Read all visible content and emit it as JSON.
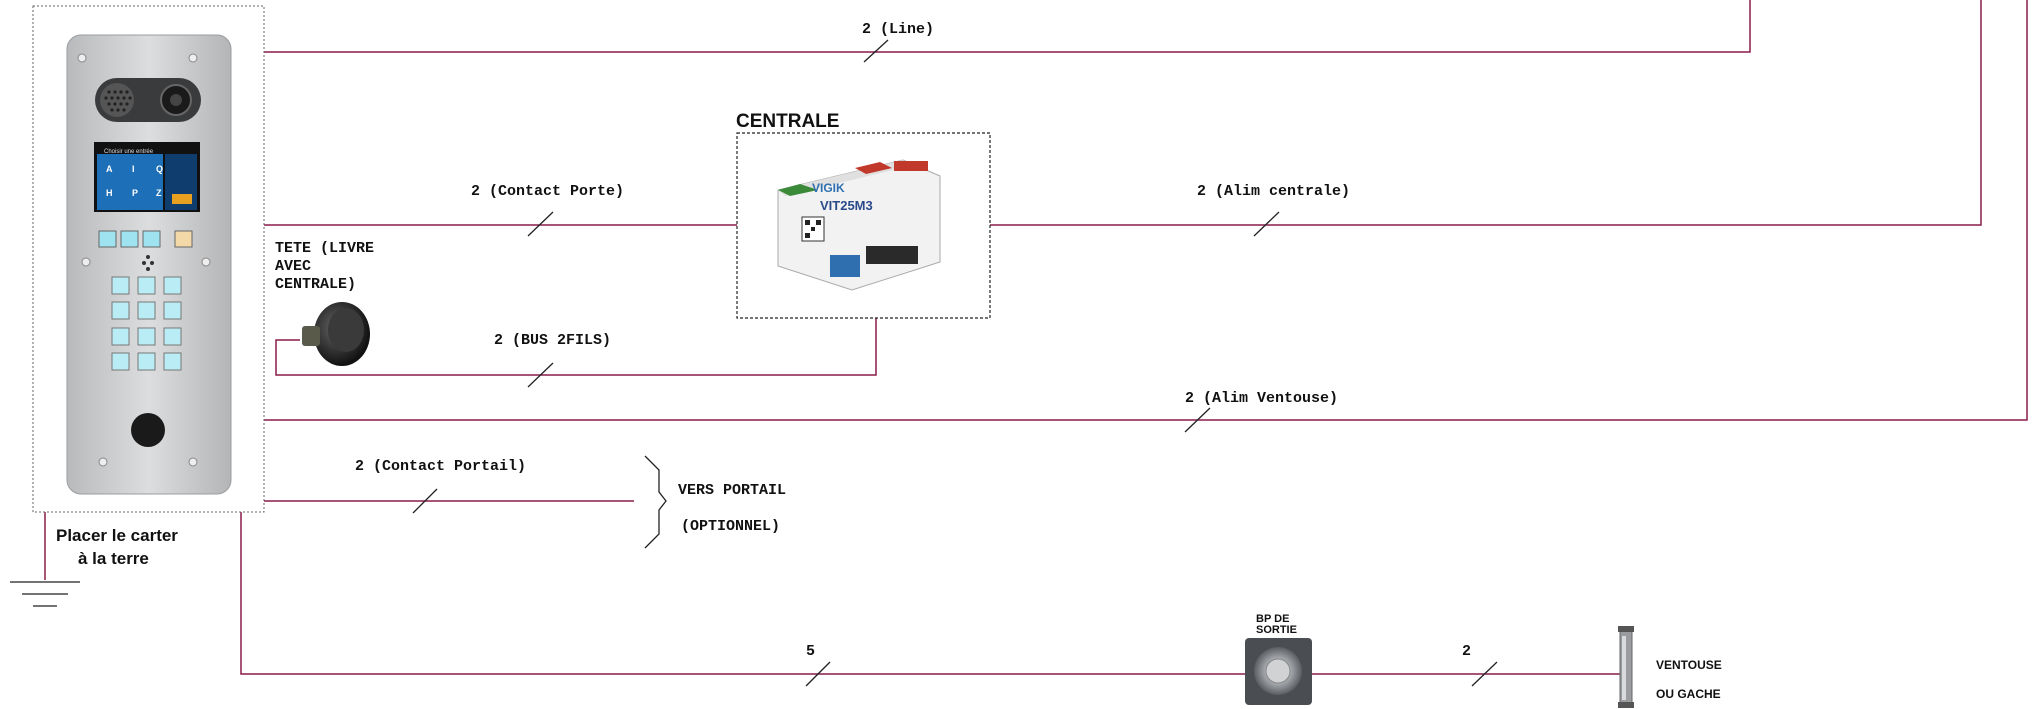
{
  "wires": {
    "line": "2 (Line)",
    "contact_porte": "2 (Contact Porte)",
    "alim_centrale": "2 (Alim centrale)",
    "bus_2fils": "2 (BUS 2FILS)",
    "alim_ventouse": "2 (Alim Ventouse)",
    "contact_portail": "2 (Contact Portail)",
    "five": "5",
    "two_ventouse": "2"
  },
  "centrale": {
    "title": "CENTRALE",
    "brand": "VIGIK",
    "model": "VIT25M3"
  },
  "tete": {
    "line1": "TETE (LIVRE",
    "line2": "AVEC",
    "line3": "CENTRALE)"
  },
  "portail": {
    "line1": "VERS PORTAIL",
    "line2": "(OPTIONNEL)"
  },
  "ground": {
    "line1": "Placer le carter",
    "line2": "à la terre"
  },
  "bp": {
    "line1": "BP DE",
    "line2": "SORTIE"
  },
  "ventouse": {
    "line1": "VENTOUSE",
    "line2": "OU GACHE"
  },
  "panel": {
    "screen_text": "Choisir une entrée",
    "letters": [
      "A",
      "I",
      "Q",
      "H",
      "P",
      "Z"
    ]
  },
  "colors": {
    "wire": "#8a1c48",
    "screen": "#1d6fb8",
    "keypad": "#9fe3f0",
    "panel": "#c9cacc"
  }
}
